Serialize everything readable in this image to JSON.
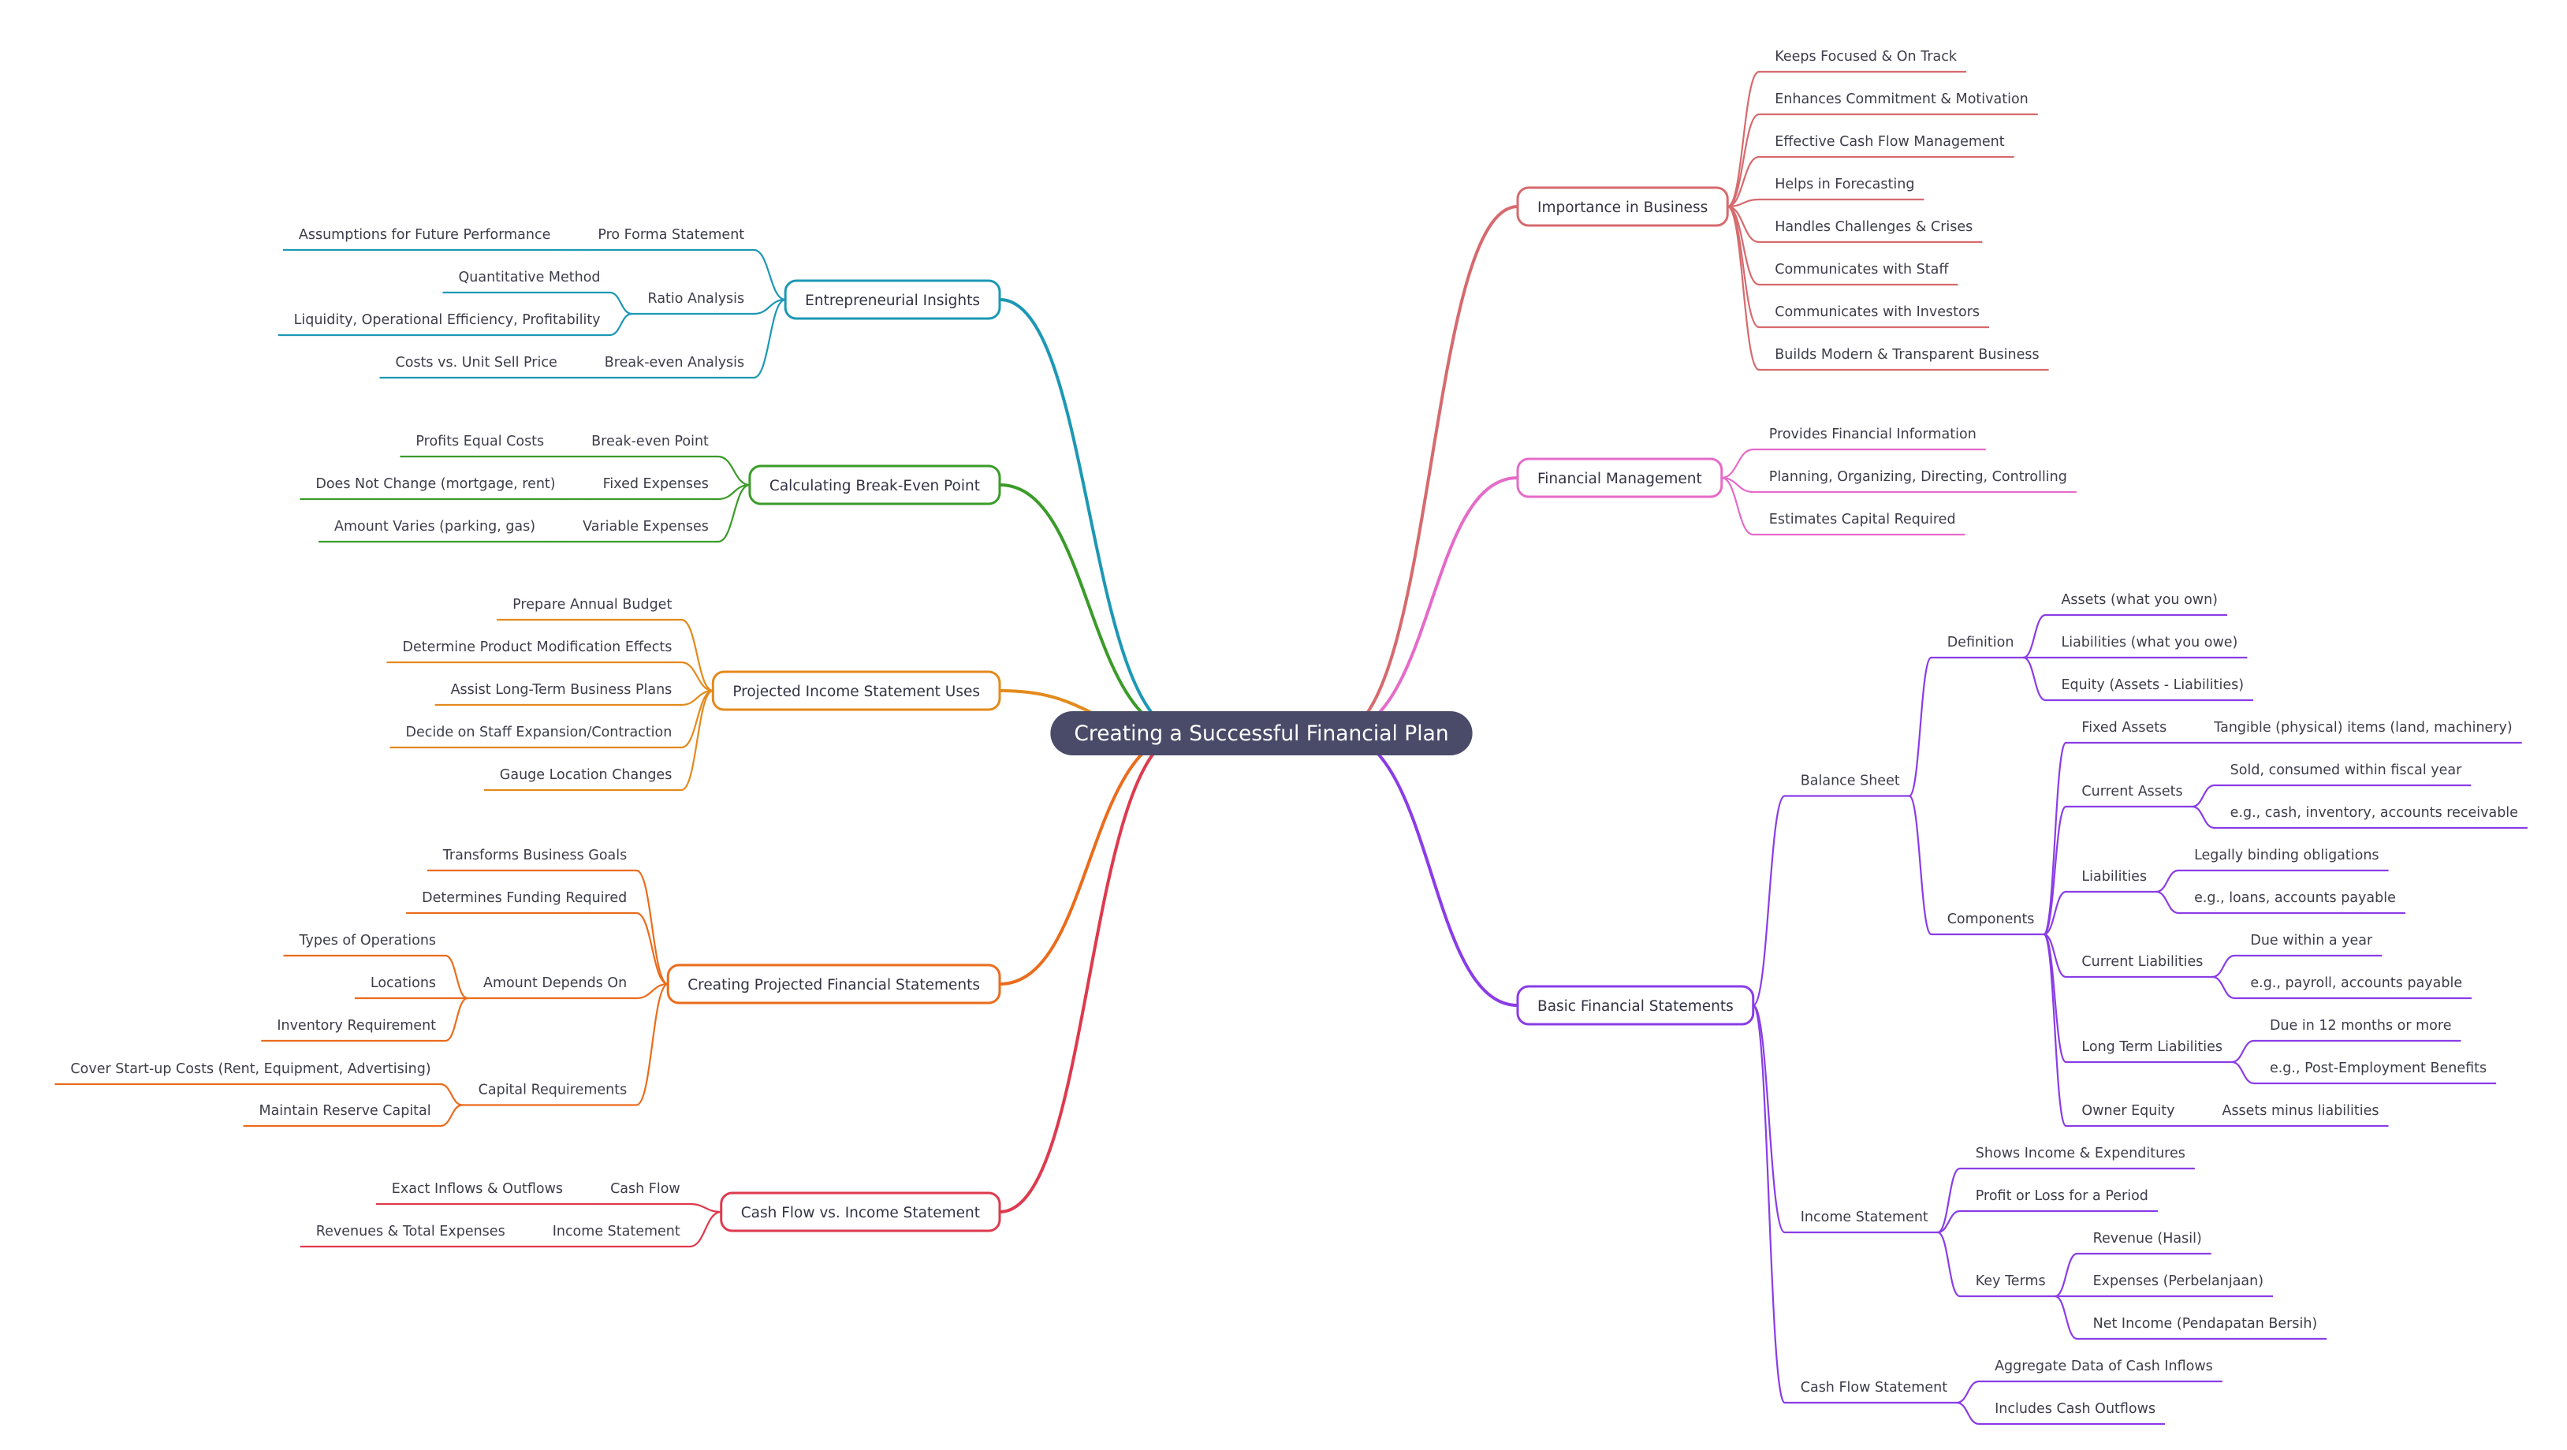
{
  "root": {
    "label": "Creating a Successful Financial Plan",
    "color": "#4a4b68"
  },
  "branches": [
    {
      "label": "Importance in Business",
      "color": "#d66a6e",
      "side": "right",
      "children": [
        {
          "label": "Keeps Focused & On Track"
        },
        {
          "label": "Enhances Commitment & Motivation"
        },
        {
          "label": "Effective Cash Flow Management"
        },
        {
          "label": "Helps in Forecasting"
        },
        {
          "label": "Handles Challenges & Crises"
        },
        {
          "label": "Communicates with Staff"
        },
        {
          "label": "Communicates with Investors"
        },
        {
          "label": "Builds Modern & Transparent Business"
        }
      ]
    },
    {
      "label": "Financial Management",
      "color": "#e56bc8",
      "side": "right",
      "children": [
        {
          "label": "Provides Financial Information"
        },
        {
          "label": "Planning, Organizing, Directing, Controlling"
        },
        {
          "label": "Estimates Capital Required"
        }
      ]
    },
    {
      "label": "Basic Financial Statements",
      "color": "#8a3de6",
      "side": "right",
      "children": [
        {
          "label": "Balance Sheet",
          "children": [
            {
              "label": "Definition",
              "children": [
                {
                  "label": "Assets (what you own)"
                },
                {
                  "label": "Liabilities (what you owe)"
                },
                {
                  "label": "Equity (Assets - Liabilities)"
                }
              ]
            },
            {
              "label": "Components",
              "children": [
                {
                  "label": "Fixed Assets",
                  "children": [
                    {
                      "label": "Tangible (physical) items (land, machinery)"
                    }
                  ]
                },
                {
                  "label": "Current Assets",
                  "children": [
                    {
                      "label": "Sold, consumed within fiscal year"
                    },
                    {
                      "label": "e.g., cash, inventory, accounts receivable"
                    }
                  ]
                },
                {
                  "label": "Liabilities",
                  "children": [
                    {
                      "label": "Legally binding obligations"
                    },
                    {
                      "label": "e.g., loans, accounts payable"
                    }
                  ]
                },
                {
                  "label": "Current Liabilities",
                  "children": [
                    {
                      "label": "Due within a year"
                    },
                    {
                      "label": "e.g., payroll, accounts payable"
                    }
                  ]
                },
                {
                  "label": "Long Term Liabilities",
                  "children": [
                    {
                      "label": "Due in 12 months or more"
                    },
                    {
                      "label": "e.g., Post-Employment Benefits"
                    }
                  ]
                },
                {
                  "label": "Owner Equity",
                  "children": [
                    {
                      "label": "Assets minus liabilities"
                    }
                  ]
                }
              ]
            }
          ]
        },
        {
          "label": "Income Statement",
          "children": [
            {
              "label": "Shows Income & Expenditures"
            },
            {
              "label": "Profit or Loss for a Period"
            },
            {
              "label": "Key Terms",
              "children": [
                {
                  "label": "Revenue (Hasil)"
                },
                {
                  "label": "Expenses (Perbelanjaan)"
                },
                {
                  "label": "Net Income (Pendapatan Bersih)"
                }
              ]
            }
          ]
        },
        {
          "label": "Cash Flow Statement",
          "children": [
            {
              "label": "Aggregate Data of Cash Inflows"
            },
            {
              "label": "Includes Cash Outflows"
            }
          ]
        }
      ]
    },
    {
      "label": "Entrepreneurial Insights",
      "color": "#1d98b4",
      "side": "left",
      "children": [
        {
          "label": "Pro Forma Statement",
          "children": [
            {
              "label": "Assumptions for Future Performance"
            }
          ]
        },
        {
          "label": "Ratio Analysis",
          "children": [
            {
              "label": "Quantitative Method"
            },
            {
              "label": "Liquidity, Operational Efficiency, Profitability"
            }
          ]
        },
        {
          "label": "Break-even Analysis",
          "children": [
            {
              "label": "Costs vs. Unit Sell Price"
            }
          ]
        }
      ]
    },
    {
      "label": "Calculating Break-Even Point",
      "color": "#3b9b2a",
      "side": "left",
      "children": [
        {
          "label": "Break-even Point",
          "children": [
            {
              "label": "Profits Equal Costs"
            }
          ]
        },
        {
          "label": "Fixed Expenses",
          "children": [
            {
              "label": "Does Not Change (mortgage, rent)"
            }
          ]
        },
        {
          "label": "Variable Expenses",
          "children": [
            {
              "label": "Amount Varies (parking, gas)"
            }
          ]
        }
      ]
    },
    {
      "label": "Projected Income Statement Uses",
      "color": "#e48a1c",
      "side": "left",
      "children": [
        {
          "label": "Prepare Annual Budget"
        },
        {
          "label": "Determine Product Modification Effects"
        },
        {
          "label": "Assist Long-Term Business Plans"
        },
        {
          "label": "Decide on Staff Expansion/Contraction"
        },
        {
          "label": "Gauge Location Changes"
        }
      ]
    },
    {
      "label": "Creating Projected Financial Statements",
      "color": "#ea6c1c",
      "side": "left",
      "children": [
        {
          "label": "Transforms Business Goals"
        },
        {
          "label": "Determines Funding Required"
        },
        {
          "label": "Amount Depends On",
          "children": [
            {
              "label": "Types of Operations"
            },
            {
              "label": "Locations"
            },
            {
              "label": "Inventory Requirement"
            }
          ]
        },
        {
          "label": "Capital Requirements",
          "children": [
            {
              "label": "Cover Start-up Costs (Rent, Equipment, Advertising)"
            },
            {
              "label": "Maintain Reserve Capital"
            }
          ]
        }
      ]
    },
    {
      "label": "Cash Flow vs. Income Statement",
      "color": "#de3a4e",
      "side": "left",
      "children": [
        {
          "label": "Cash Flow",
          "children": [
            {
              "label": "Exact Inflows & Outflows"
            }
          ]
        },
        {
          "label": "Income Statement",
          "children": [
            {
              "label": "Revenues & Total Expenses"
            }
          ]
        }
      ]
    }
  ]
}
